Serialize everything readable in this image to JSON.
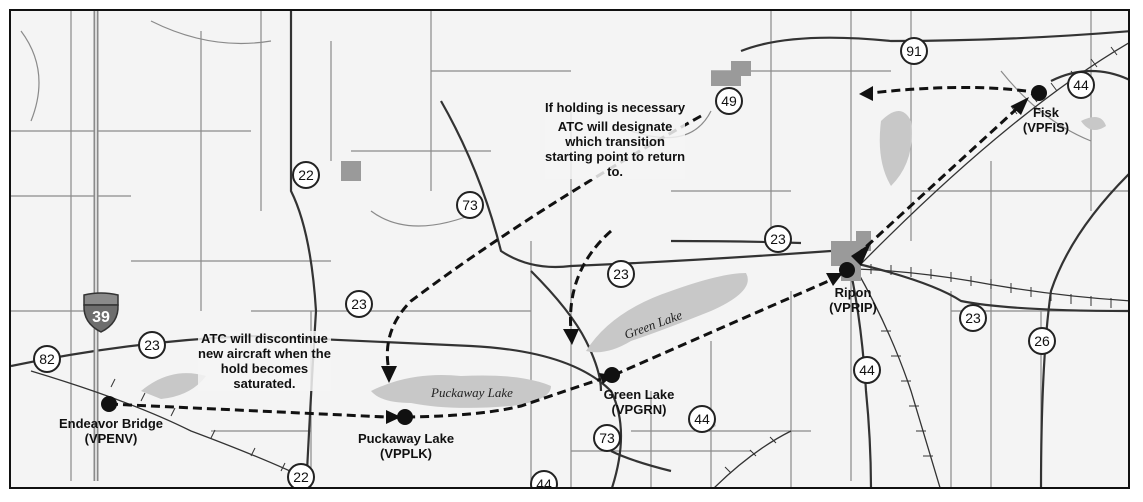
{
  "waypoints": [
    {
      "id": "endeavor",
      "name": "Endeavor Bridge",
      "code": "(VPENV)"
    },
    {
      "id": "puckaway",
      "name": "Puckaway Lake",
      "code": "(VPPLK)"
    },
    {
      "id": "greenlake",
      "name": "Green Lake",
      "code": "(VPGRN)"
    },
    {
      "id": "ripon",
      "name": "Ripon",
      "code": "(VPRIP)"
    },
    {
      "id": "fisk",
      "name": "Fisk",
      "code": "(VPFIS)"
    }
  ],
  "notes": {
    "holding": [
      "If holding is necessary",
      "ATC will designate",
      "which transition",
      "starting point to return",
      "to."
    ],
    "discontinue": [
      "ATC will discontinue",
      "new aircraft when the",
      "hold becomes",
      "saturated."
    ]
  },
  "lakes": {
    "green": "Green Lake",
    "puckaway": "Puckaway Lake"
  },
  "routes": {
    "r91": "91",
    "r44a": "44",
    "r49": "49",
    "r22a": "22",
    "r73a": "73",
    "r23a": "23",
    "r23b": "23",
    "r23c": "23",
    "r23d": "23",
    "r23e": "23",
    "r82": "82",
    "r26": "26",
    "r44b": "44",
    "r44c": "44",
    "r73b": "73",
    "r22b": "22",
    "r44d": "44"
  },
  "interstate": "39",
  "colors": {
    "route_line": "#111111",
    "water": "#c8c8c8",
    "town": "#9a9a9a",
    "road": "#333333"
  }
}
